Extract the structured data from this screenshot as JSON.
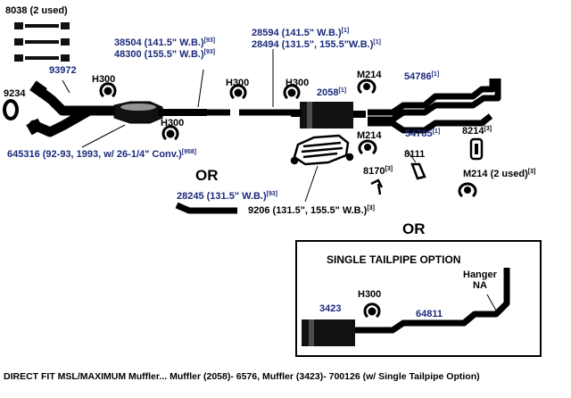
{
  "parts": {
    "p8038": "8038 (2 used)",
    "p93972": "93972",
    "p9234": "9234",
    "p38504": "38504 (141.5\" W.B.)",
    "p38504_ref": "[93]",
    "p48300": "48300 (155.5\" W.B.)",
    "p48300_ref": "[93]",
    "p28594": "28594 (141.5\" W.B.)",
    "p28594_ref": "[1]",
    "p28494": "28494 (131.5\", 155.5\"W.B.)",
    "p28494_ref": "[1]",
    "h300_a": "H300",
    "h300_b": "H300",
    "h300_c": "H300",
    "h300_d": "H300",
    "h300_box": "H300",
    "p2058": "2058",
    "p2058_ref": "[1]",
    "m214_a": "M214",
    "m214_b": "M214",
    "m214_c": "M214 (2 used)",
    "m214_c_ref": "[3]",
    "p54786": "54786",
    "p54786_ref": "[1]",
    "p54785": "54785",
    "p54785_ref": "[1]",
    "p8214": "8214",
    "p8214_ref": "[3]",
    "p8111": "8111",
    "p8170": "8170",
    "p8170_ref": "[3]",
    "p645316": "645316 (92-93, 1993, w/ 26-1/4\" Conv.)",
    "p645316_ref": "[958]",
    "or1": "OR",
    "p28245": "28245 (131.5\" W.B.)",
    "p28245_ref": "[93]",
    "p9206": "9206 (131.5\", 155.5\" W.B.)",
    "p9206_ref": "[3]",
    "or2": "OR",
    "single_title": "SINGLE TAILPIPE OPTION",
    "hanger": "Hanger",
    "na": "NA",
    "p3423": "3423",
    "p64811": "64811"
  },
  "footer": "DIRECT FIT MSL/MAXIMUM Muffler... Muffler (2058)- 6576, Muffler (3423)- 700126 (w/ Single Tailpipe Option)",
  "colors": {
    "ink": "#000000",
    "part_blue": "#1b2a7c",
    "background": "#ffffff"
  }
}
